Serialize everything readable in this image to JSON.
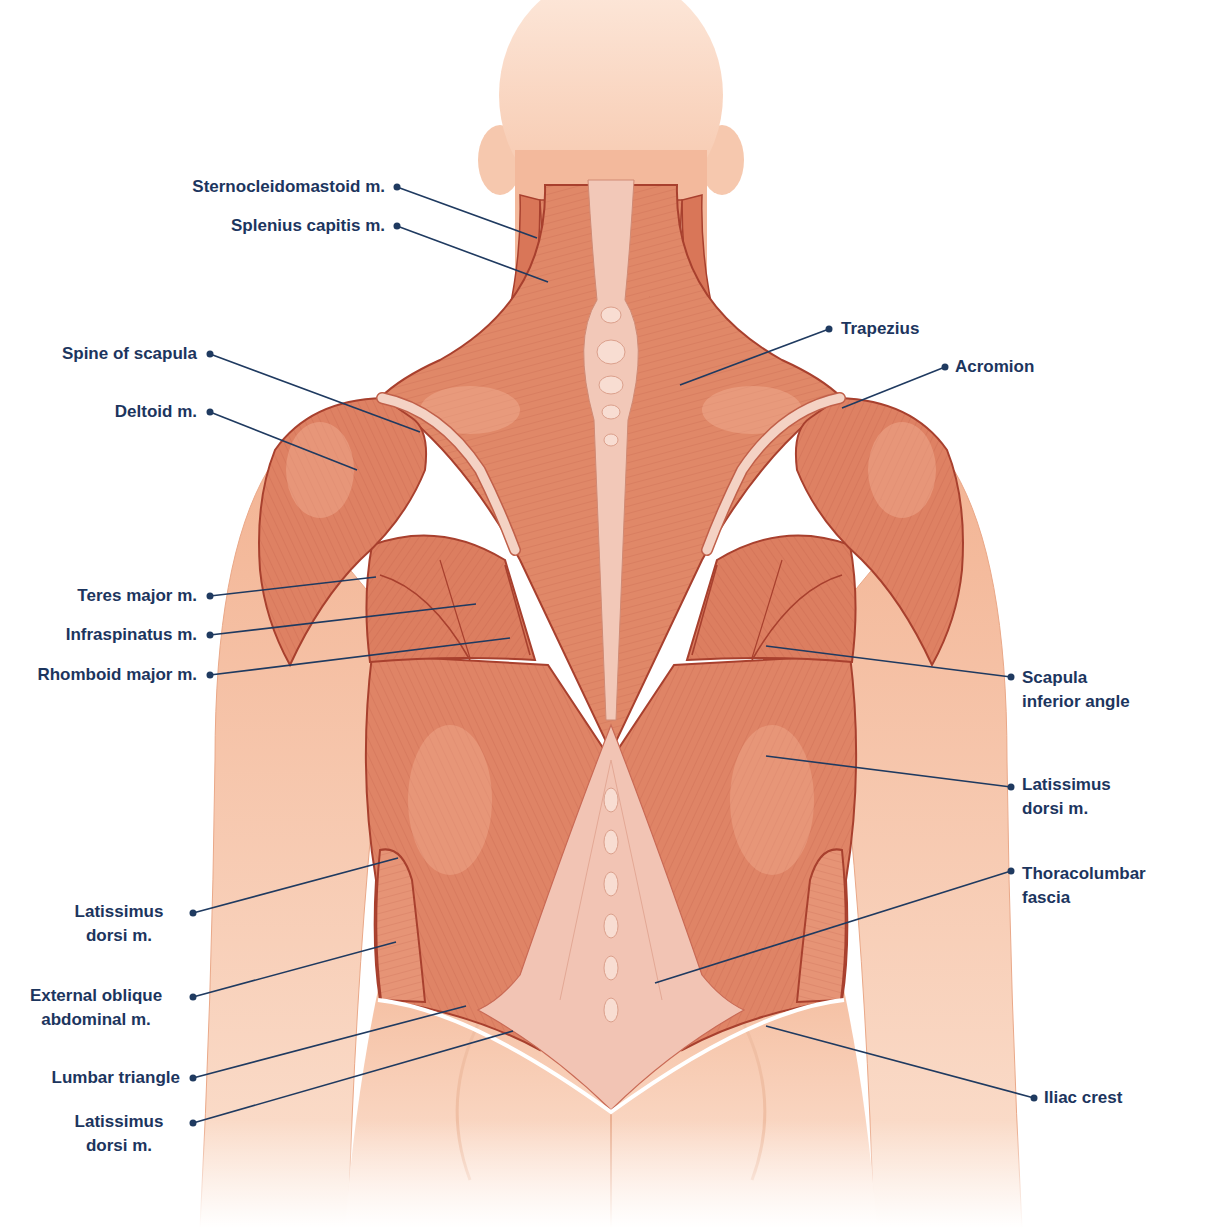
{
  "diagram": {
    "labels": [
      "Sternocleidomastoid m.",
      "Splenius capitis m.",
      "Trapezius",
      "Spine of scapula",
      "Acromion",
      "Deltoid m.",
      "Teres major m.",
      "Infraspinatus m.",
      "Rhomboid major m.",
      "Scapula inferior angle",
      "Latissimus dorsi m.",
      "Thoracolumbar fascia",
      "Latissimus dorsi m.",
      "External oblique abdominal m.",
      "Lumbar triangle",
      "Iliac crest",
      "Latissimus dorsi m."
    ]
  }
}
